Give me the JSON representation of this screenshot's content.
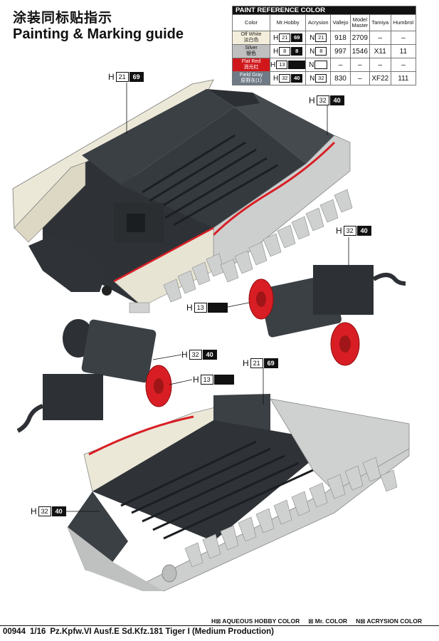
{
  "title_cn": "涂装同标贴指示",
  "title_en": "Painting & Marking guide",
  "paint_table": {
    "heading": "PAINT  REFERENCE COLOR",
    "columns": [
      "Color",
      "Mr.Hobby",
      "Acrysion",
      "Vallejo",
      "Model Master",
      "Tamiya",
      "Humbrol"
    ],
    "rows": [
      {
        "name": "Off White",
        "name_cn": "淡白色",
        "hobby_h": "21",
        "hobby_k": "69",
        "acrysion": "21",
        "vallejo": "918",
        "model_master": "2709",
        "tamiya": "–",
        "humbrol": "–"
      },
      {
        "name": "Silver",
        "name_cn": "银色",
        "hobby_h": "8",
        "hobby_k": "8",
        "acrysion": "8",
        "vallejo": "997",
        "model_master": "1546",
        "tamiya": "X11",
        "humbrol": "11"
      },
      {
        "name": "Flat Red",
        "name_cn": "消光红",
        "hobby_h": "13",
        "hobby_k": "",
        "acrysion": "",
        "vallejo": "–",
        "model_master": "–",
        "tamiya": "–",
        "humbrol": "–"
      },
      {
        "name": "Field Gray",
        "name_cn": "原野灰(1)",
        "hobby_h": "32",
        "hobby_k": "40",
        "acrysion": "32",
        "vallejo": "830",
        "model_master": "–",
        "tamiya": "XF22",
        "humbrol": "111"
      }
    ],
    "prefix_h": "H",
    "prefix_n": "N"
  },
  "callouts": [
    {
      "h": "H",
      "a": "21",
      "b": "69"
    },
    {
      "h": "H",
      "a": "32",
      "b": "40"
    },
    {
      "h": "H",
      "a": "32",
      "b": "40"
    },
    {
      "h": "H",
      "a": "13",
      "b": ""
    },
    {
      "h": "H",
      "a": "32",
      "b": "40"
    },
    {
      "h": "H",
      "a": "13",
      "b": ""
    },
    {
      "h": "H",
      "a": "21",
      "b": "69"
    },
    {
      "h": "H",
      "a": "32",
      "b": "40"
    }
  ],
  "legend": [
    "H⊠ AQUEOUS HOBBY COLOR",
    "⊠ Mr. COLOR",
    "N⊠ ACRYSION COLOR"
  ],
  "footer": {
    "code": "00944",
    "scale": "1/16",
    "name": "Pz.Kpfw.VI Ausf.E Sd.Kfz.181 Tiger I (Medium Production)"
  },
  "colors": {
    "off_white": "#ece8d8",
    "field_gray": "#3c4146",
    "flat_red": "#d81e24",
    "hull_gray": "#c9cbcb"
  }
}
